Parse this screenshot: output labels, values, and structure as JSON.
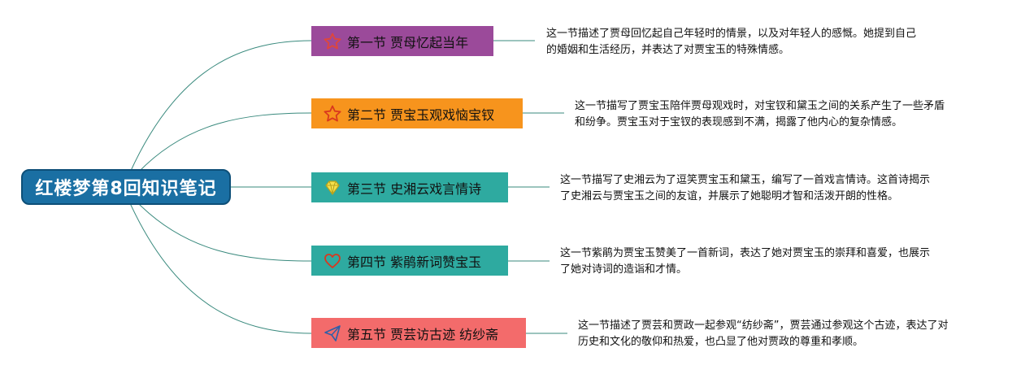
{
  "root": {
    "title": "红楼梦第8回知识笔记",
    "color": "#1a6fa3"
  },
  "nodes": [
    {
      "label": "第一节 贾母忆起当年",
      "icon": "star-icon",
      "color": "#9b4a9a",
      "description": [
        "这一节描述了贾母回忆起自己年轻时的情景，以及对年轻人的感慨。她提到自己",
        "的婚姻和生活经历，并表达了对贾宝玉的特殊情感。"
      ]
    },
    {
      "label": "第二节 贾宝玉观戏恼宝钗",
      "icon": "star-icon",
      "color": "#f7941d",
      "description": [
        "这一节描写了贾宝玉陪伴贾母观戏时，对宝钗和黛玉之间的关系产生了一些矛盾",
        "和纷争。贾宝玉对于宝钗的表现感到不满，揭露了他内心的复杂情感。"
      ]
    },
    {
      "label": "第三节 史湘云戏言情诗",
      "icon": "diamond-icon",
      "color": "#2eaaa0",
      "description": [
        "这一节描写了史湘云为了逗笑贾宝玉和黛玉，编写了一首戏言情诗。这首诗揭示",
        "了史湘云与贾宝玉之间的友谊，并展示了她聪明才智和活泼开朗的性格。"
      ]
    },
    {
      "label": "第四节 紫鹃新词赞宝玉",
      "icon": "heart-icon",
      "color": "#2eaaa0",
      "description": [
        "这一节紫鹃为贾宝玉赞美了一首新词，表达了她对贾宝玉的崇拜和喜爱，也展示",
        "了她对诗词的造诣和才情。"
      ]
    },
    {
      "label": "第五节 贾芸访古迹 纺纱斋",
      "icon": "paper-plane-icon",
      "color": "#f36b6b",
      "description": [
        "这一节描述了贾芸和贾政一起参观“纺纱斋”，贾芸通过参观这个古迹，表达了对",
        "历史和文化的敬仰和热爱，也凸显了他对贾政的尊重和孝顺。"
      ]
    }
  ],
  "colors": {
    "link": "#3a8a7e"
  }
}
